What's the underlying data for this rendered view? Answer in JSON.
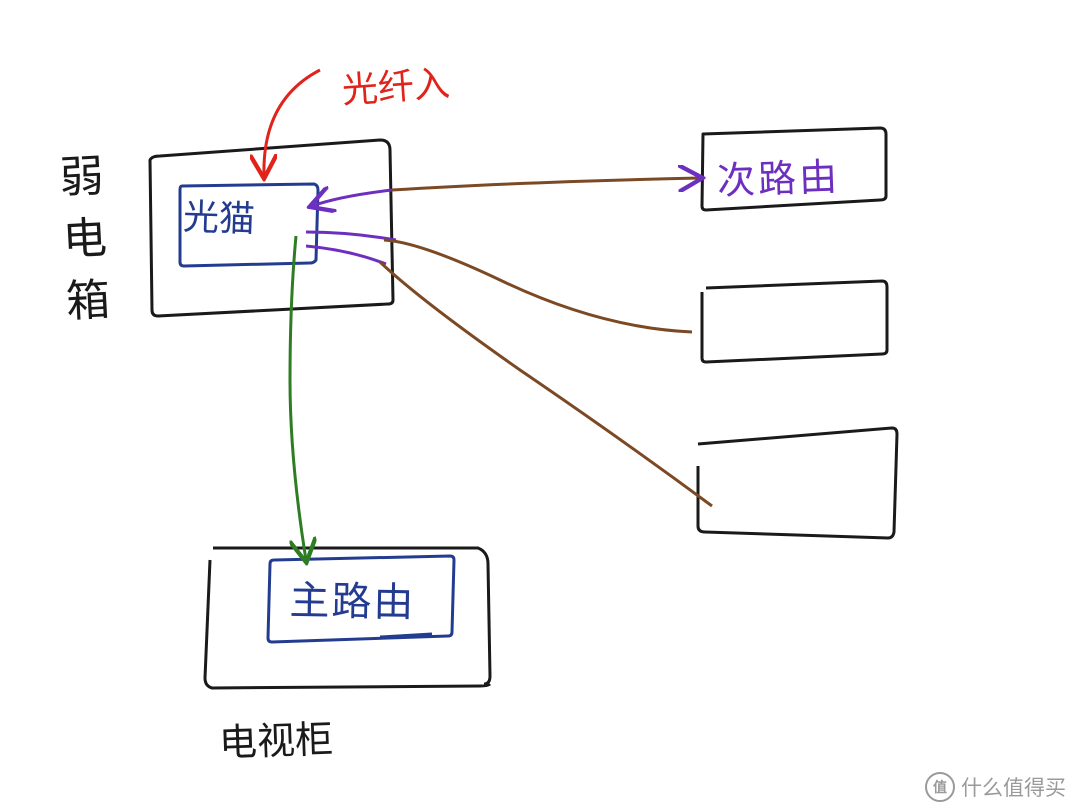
{
  "labels": {
    "ruodian_xiang": "弱电箱",
    "guangxian_ru": "光纤入",
    "guangmao": "光猫",
    "ci_luyou": "次路由",
    "zhu_luyou": "主路由",
    "dianshi_gui": "电视柜"
  },
  "watermark": {
    "icon": "值",
    "text": "什么值得买"
  },
  "colors": {
    "ink_black": "#1a1a1a",
    "fiber_red": "#e0231b",
    "device_blue": "#243c8f",
    "wifi_purple": "#6c2fbf",
    "cable_brown": "#7b4a25",
    "main_green": "#2e7d23"
  }
}
